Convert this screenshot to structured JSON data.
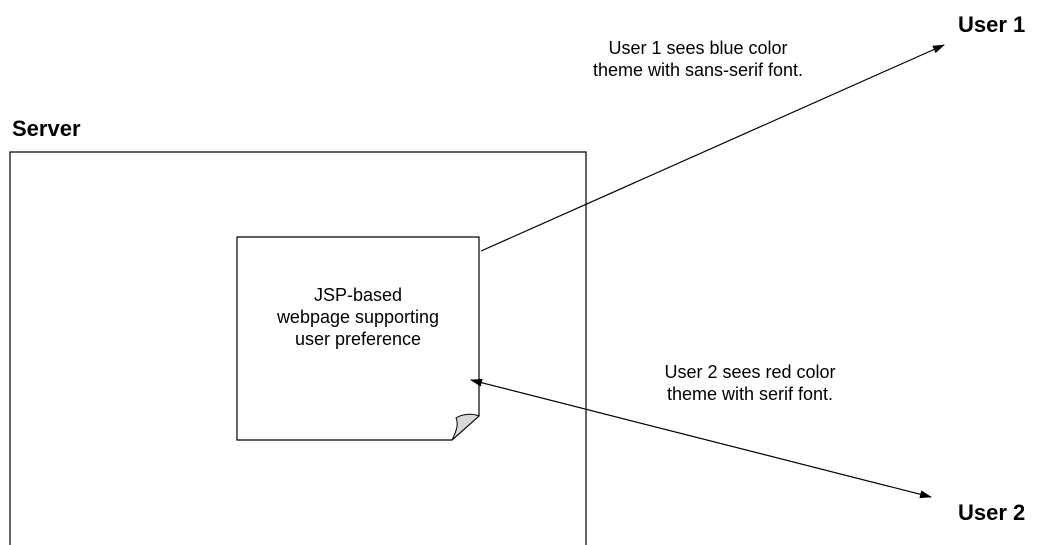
{
  "server": {
    "label": "Server"
  },
  "page": {
    "lines": [
      "JSP-based",
      "webpage supporting",
      "user preference"
    ]
  },
  "users": [
    {
      "label": "User 1",
      "caption_lines": [
        "User 1 sees blue color",
        "theme with sans-serif font."
      ]
    },
    {
      "label": "User 2",
      "caption_lines": [
        "User 2 sees red color",
        "theme with serif font."
      ]
    }
  ],
  "colors": {
    "stroke": "#000000",
    "background": "#ffffff",
    "page_fold": "#d9d9d9"
  }
}
